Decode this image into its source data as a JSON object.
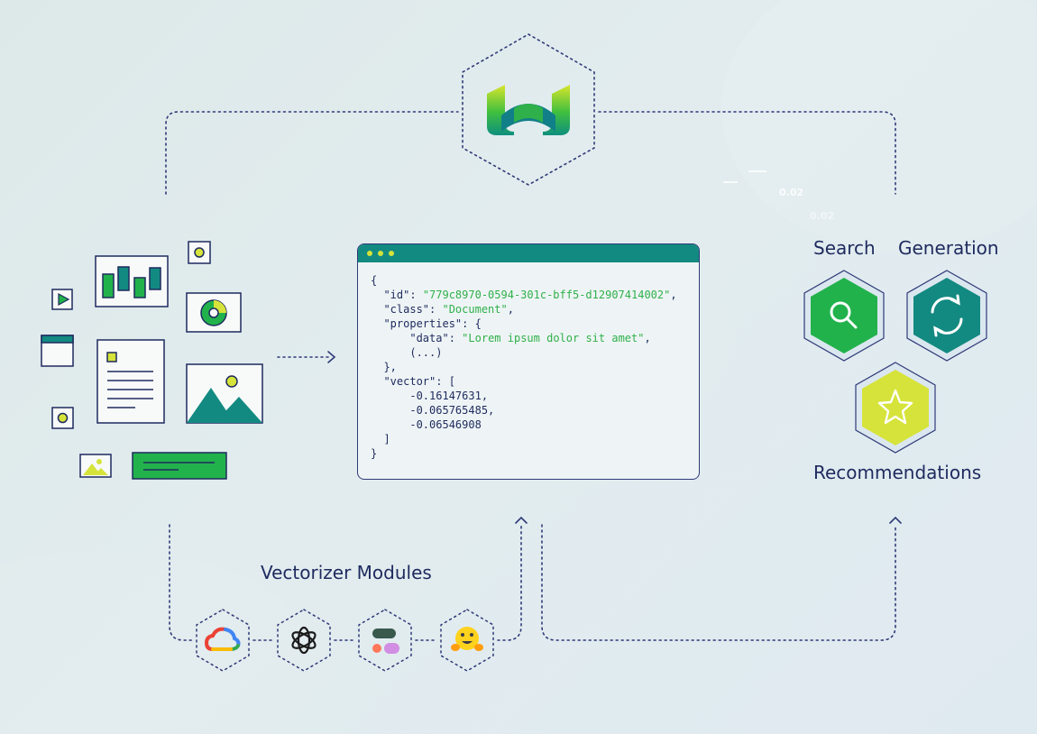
{
  "labels": {
    "search": "Search",
    "generation": "Generation",
    "recommendations": "Recommendations",
    "vectorizer_modules": "Vectorizer Modules"
  },
  "background_numbers": [
    "0.02",
    "0.02"
  ],
  "code": {
    "open_brace": "{",
    "id_key": "\"id\"",
    "id_value": "\"779c8970-0594-301c-bff5-d12907414002\"",
    "class_key": "\"class\"",
    "class_value": "\"Document\"",
    "properties_key": "\"properties\"",
    "data_key": "\"data\"",
    "data_value": "\"Lorem ipsum dolor sit amet\"",
    "ellipsis": "(...)",
    "vector_key": "\"vector\"",
    "vector_values": [
      "-0.16147631,",
      "-0.065765485,",
      "-0.06546908"
    ],
    "close_brace": "}"
  },
  "icons": {
    "logo": "weaviate-logo-icon",
    "search": "magnifier-icon",
    "generation": "refresh-cycle-icon",
    "recommendations": "star-icon",
    "modules": [
      "google-cloud-icon",
      "openai-icon",
      "cohere-icon",
      "hugging-face-icon"
    ]
  },
  "colors": {
    "navy": "#1e2a5e",
    "teal": "#138a81",
    "green": "#22b24c",
    "lime": "#d6e33a"
  }
}
